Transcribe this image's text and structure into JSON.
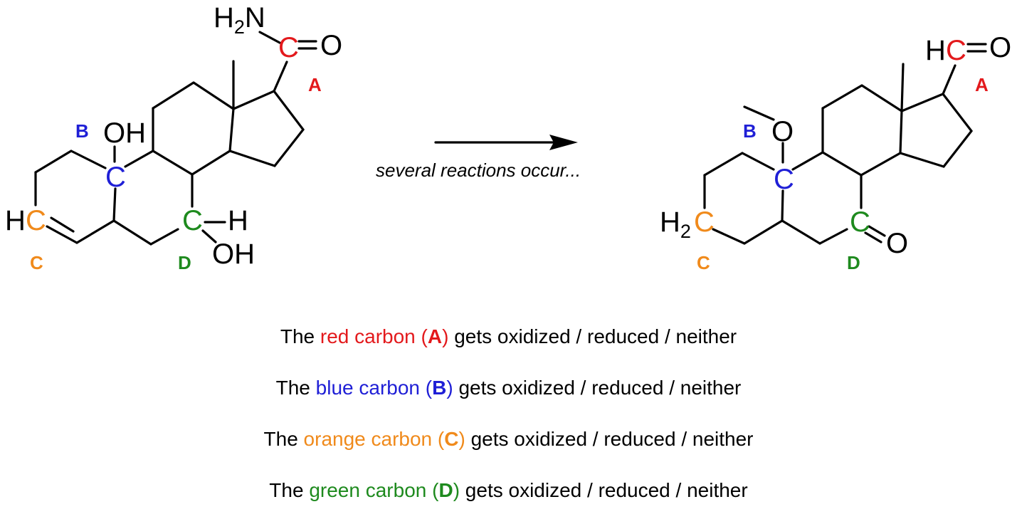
{
  "colors": {
    "red": "#e3191c",
    "blue": "#1f1fd6",
    "orange": "#f08a1b",
    "green": "#1e8a1e",
    "black": "#000000"
  },
  "arrow": {
    "label": "several reactions occur..."
  },
  "reactant": {
    "amide_nh2": "H",
    "amide_nh2_sub": "2",
    "amide_nh2_n": "N",
    "carbon_a": "C",
    "amide_o": "O",
    "tag_a": "A",
    "tag_b": "B",
    "hydroxyl_b": "OH",
    "carbon_b": "C",
    "h_c": "H",
    "carbon_c": "C",
    "tag_c": "C",
    "carbon_d": "C",
    "h_d": "H",
    "hydroxyl_d": "OH",
    "tag_d": "D"
  },
  "product": {
    "h_a": "H",
    "carbon_a": "C",
    "aldehyde_o": "O",
    "tag_a": "A",
    "tag_b": "B",
    "methoxy_o": "O",
    "carbon_b": "C",
    "h2_c": "H",
    "h2_c_sub": "2",
    "carbon_c": "C",
    "tag_c": "C",
    "carbon_d": "C",
    "ketone_o": "O",
    "tag_d": "D"
  },
  "questions": [
    {
      "prefix": "The ",
      "color_name": "red carbon",
      "open": " (",
      "letter": "A",
      "close": ")",
      "suffix": " gets oxidized / reduced / neither",
      "color": "#e3191c"
    },
    {
      "prefix": "The ",
      "color_name": "blue carbon",
      "open": " (",
      "letter": "B",
      "close": ")",
      "suffix": " gets oxidized / reduced / neither",
      "color": "#1f1fd6"
    },
    {
      "prefix": "The ",
      "color_name": "orange carbon",
      "open": " (",
      "letter": "C",
      "close": ")",
      "suffix": " gets oxidized / reduced / neither",
      "color": "#f08a1b"
    },
    {
      "prefix": "The ",
      "color_name": "green carbon",
      "open": " (",
      "letter": "D",
      "close": ")",
      "suffix": " gets oxidized / reduced / neither",
      "color": "#1e8a1e"
    }
  ]
}
